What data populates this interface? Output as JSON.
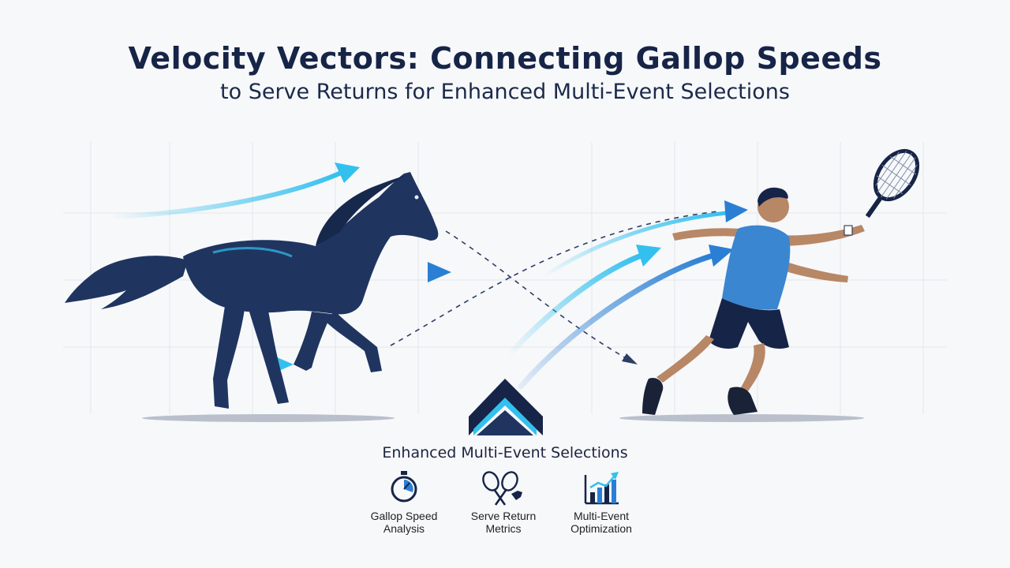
{
  "header": {
    "title": "Velocity Vectors: Connecting Gallop Speeds",
    "subtitle": "to Serve Returns for Enhanced Multi-Event Selections"
  },
  "hub": {
    "title": "Enhanced Multi-Event Selections"
  },
  "features": [
    {
      "icon": "stopwatch-icon",
      "label": "Gallop Speed\nAnalysis"
    },
    {
      "icon": "tennis-rackets-horse-icon",
      "label": "Serve Return\nMetrics"
    },
    {
      "icon": "rising-bar-chart-icon",
      "label": "Multi-Event\nOptimization"
    }
  ],
  "colors": {
    "navy": "#162447",
    "accent_cyan": "#34c0ee",
    "accent_blue": "#2a7fd4",
    "horse_fill": "#1f3560",
    "player_shirt": "#3a86d0"
  }
}
